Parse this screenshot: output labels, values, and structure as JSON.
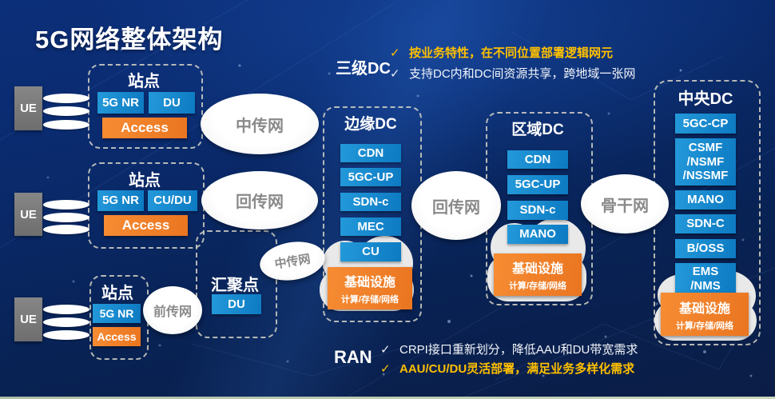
{
  "page": {
    "title": "5G网络整体架构"
  },
  "annotations": {
    "dc": {
      "label": "三级DC",
      "bullets": [
        {
          "icon": "✓",
          "text": "按业务特性，在不同位置部署逻辑网元"
        },
        {
          "icon": "✓",
          "text": "支持DC内和DC间资源共享，跨地域一张网"
        }
      ]
    },
    "ran": {
      "label": "RAN",
      "bullets": [
        {
          "icon": "✓",
          "text": "CRPI接口重新划分，降低AAU和DU带宽需求"
        },
        {
          "icon": "✓",
          "text": "AAU/CU/DU灵活部署，满足业务多样化需求"
        }
      ]
    }
  },
  "ue_rows": [
    {
      "label": "UE"
    },
    {
      "label": "UE"
    },
    {
      "label": "UE"
    }
  ],
  "sites": [
    {
      "title": "站点",
      "nr": "5G NR",
      "du": "DU",
      "access": "Access"
    },
    {
      "title": "站点",
      "nr": "5G NR",
      "du": "CU/DU",
      "access": "Access"
    },
    {
      "title": "站点",
      "nr": "5G NR",
      "access": "Access"
    }
  ],
  "aggregation": {
    "title": "汇聚点",
    "du": "DU"
  },
  "networks": {
    "midhaul1": "中传网",
    "backhaul1": "回传网",
    "fronthaul": "前传网",
    "midhaul2": "中传网",
    "backhaul2": "回传网",
    "backbone": "骨干网"
  },
  "dcs": {
    "edge": {
      "title": "边缘DC",
      "boxes": [
        "CDN",
        "5GC-UP",
        "SDN-c",
        "MEC",
        "CU"
      ],
      "infra": {
        "title": "基础设施",
        "sub": "计算/存储/网络"
      }
    },
    "regional": {
      "title": "区域DC",
      "boxes": [
        "CDN",
        "5GC-UP",
        "SDN-c",
        "MANO"
      ],
      "infra": {
        "title": "基础设施",
        "sub": "计算/存储/网络"
      }
    },
    "central": {
      "title": "中央DC",
      "boxes": [
        "5GC-CP",
        "CSMF\n/NSMF\n/NSSMF",
        "MANO",
        "SDN-C",
        "B/OSS",
        "EMS\n/NMS"
      ],
      "infra": {
        "title": "基础设施",
        "sub": "计算/存储/网络"
      }
    }
  },
  "colors": {
    "accent_blue": "#1287cc",
    "accent_orange": "#f07e26",
    "highlight_yellow": "#ffc000",
    "background_navy": "#0a2a6c"
  }
}
